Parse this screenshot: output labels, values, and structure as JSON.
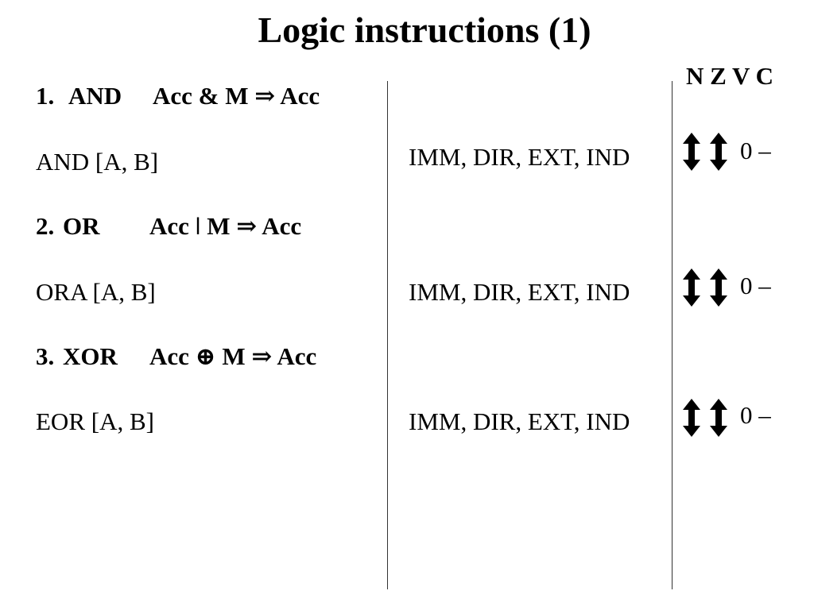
{
  "title": "Logic instructions (1)",
  "flags_header": "N Z V C",
  "instructions": [
    {
      "number": "1.",
      "name": "AND",
      "operation": "Acc  &  M ⇒ Acc",
      "syntax": "AND [A, B]",
      "modes": "IMM, DIR, EXT, IND",
      "flag_n_icon": "up-down-arrow-icon",
      "flag_z_icon": "up-down-arrow-icon",
      "flags_vc": "0 –"
    },
    {
      "number": "2.",
      "name": "OR",
      "operation": "Acc ǀ  M   ⇒ Acc",
      "syntax": "ORA [A, B]",
      "modes": "IMM, DIR, EXT, IND",
      "flag_n_icon": "up-down-arrow-icon",
      "flag_z_icon": "up-down-arrow-icon",
      "flags_vc": "0 –"
    },
    {
      "number": "3.",
      "name": "XOR",
      "operation": "Acc ⊕ M  ⇒ Acc",
      "syntax": "EOR [A, B]",
      "modes": "IMM, DIR, EXT, IND",
      "flag_n_icon": "up-down-arrow-icon",
      "flag_z_icon": "up-down-arrow-icon",
      "flags_vc": "0 –"
    }
  ]
}
